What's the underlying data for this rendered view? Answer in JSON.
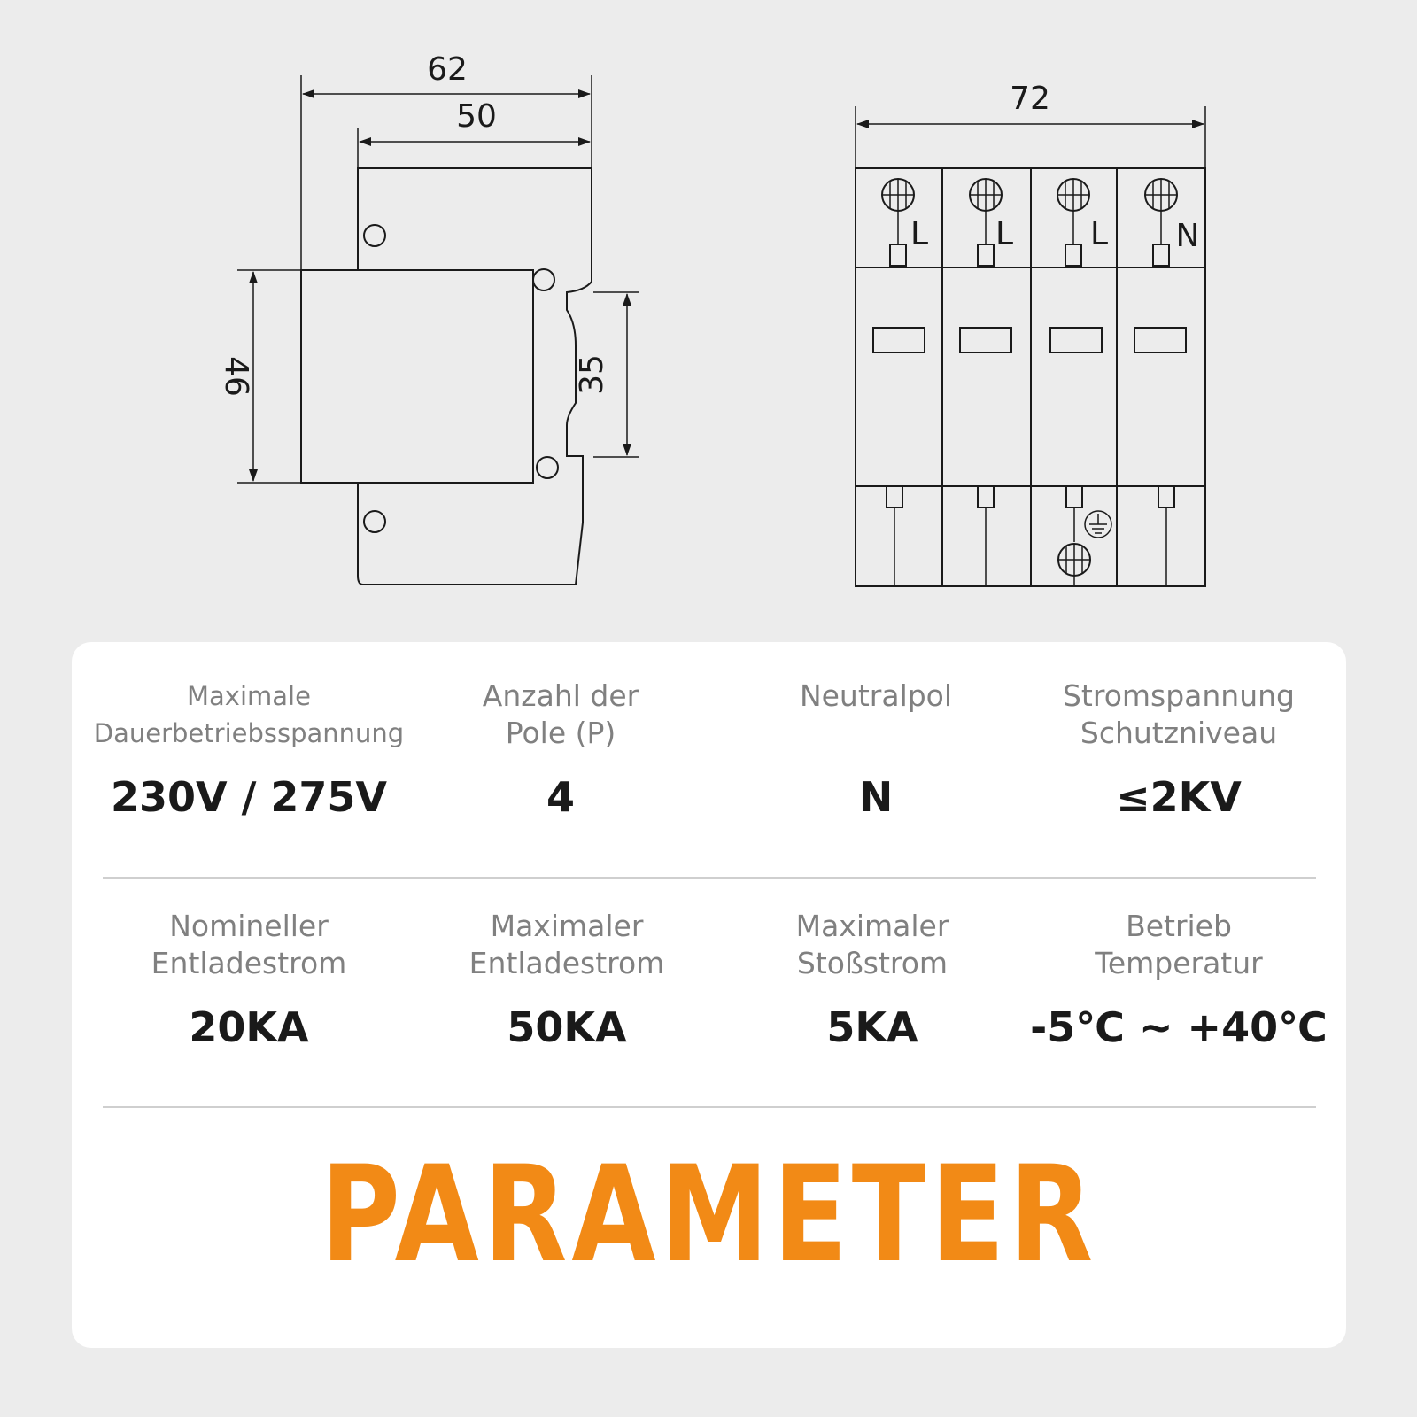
{
  "diagram": {
    "side_view": {
      "dim_total_width": "62",
      "dim_body_width": "50",
      "dim_height": "46",
      "dim_rail": "35"
    },
    "front_view": {
      "dim_width": "72",
      "poles": [
        "L",
        "L",
        "L",
        "N"
      ]
    }
  },
  "specs": [
    {
      "label": "Maximale\nDauerbetriebsspannung",
      "value": "230V / 275V"
    },
    {
      "label": "Anzahl der\nPole (P)",
      "value": "4"
    },
    {
      "label": "Neutralpol",
      "value": "N"
    },
    {
      "label": "Stromspannung\nSchutzniveau",
      "value": "≤2KV"
    },
    {
      "label": "Nomineller\nEntladestrom",
      "value": "20KA"
    },
    {
      "label": "Maximaler\nEntladestrom",
      "value": "50KA"
    },
    {
      "label": "Maximaler\nStoßstrom",
      "value": "5KA"
    },
    {
      "label": "Betrieb\nTemperatur",
      "value": "-5℃ ~ +40℃"
    }
  ],
  "title": "PARAMETER",
  "colors": {
    "accent": "#f28a16",
    "background": "#ececec",
    "card": "#ffffff"
  }
}
